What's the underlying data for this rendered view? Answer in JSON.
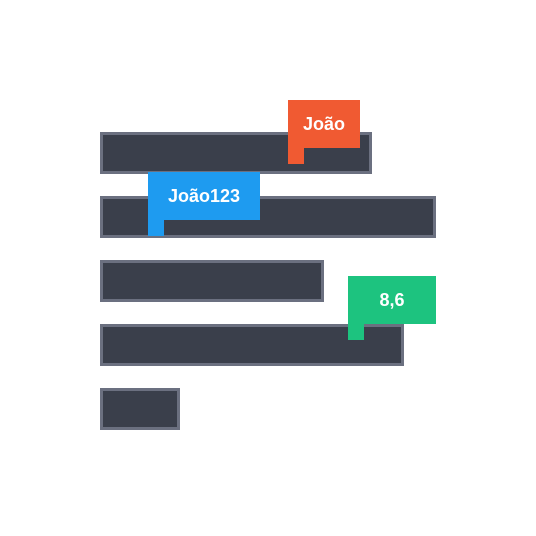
{
  "tags": {
    "orange": "João",
    "blue": "João123",
    "green": "8,6"
  }
}
